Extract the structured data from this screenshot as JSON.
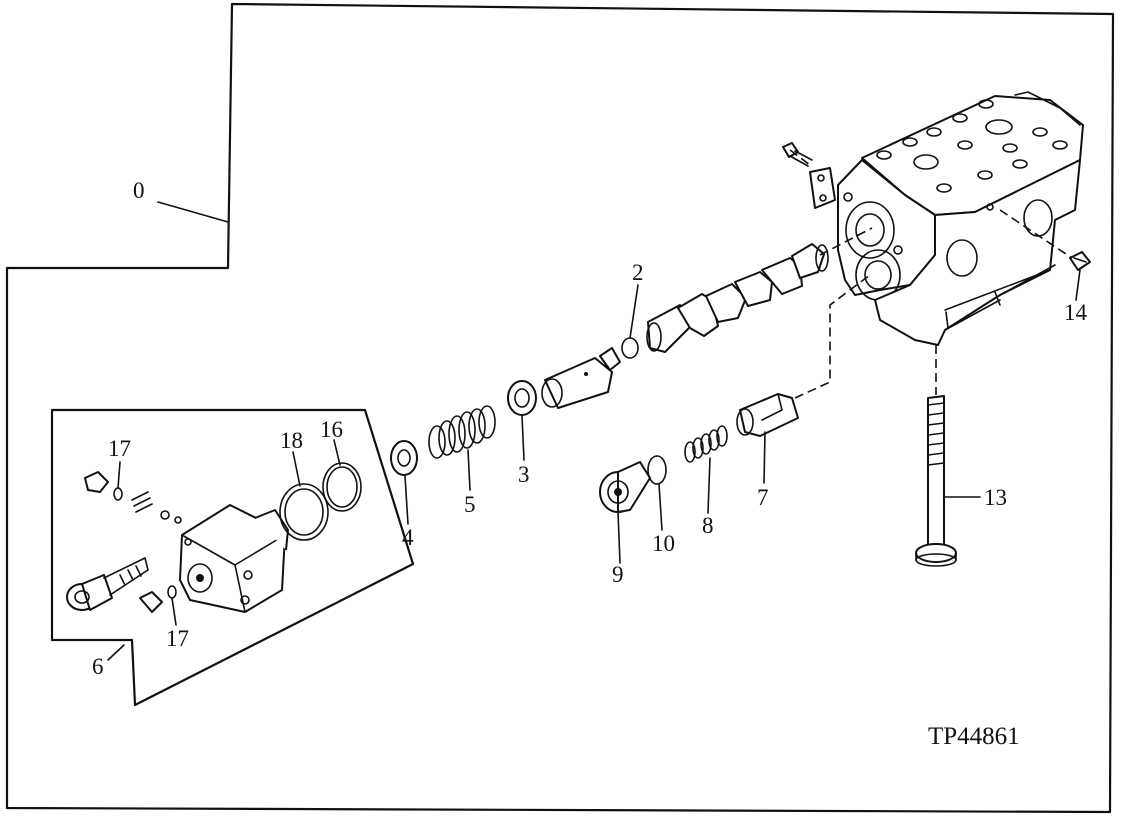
{
  "callouts": {
    "c0": "0",
    "c2": "2",
    "c3": "3",
    "c4": "4",
    "c5": "5",
    "c6": "6",
    "c7": "7",
    "c8": "8",
    "c9": "9",
    "c10": "10",
    "c13": "13",
    "c14": "14",
    "c16": "16",
    "c17a": "17",
    "c17b": "17",
    "c18": "18"
  },
  "figure_code": "TP44861"
}
